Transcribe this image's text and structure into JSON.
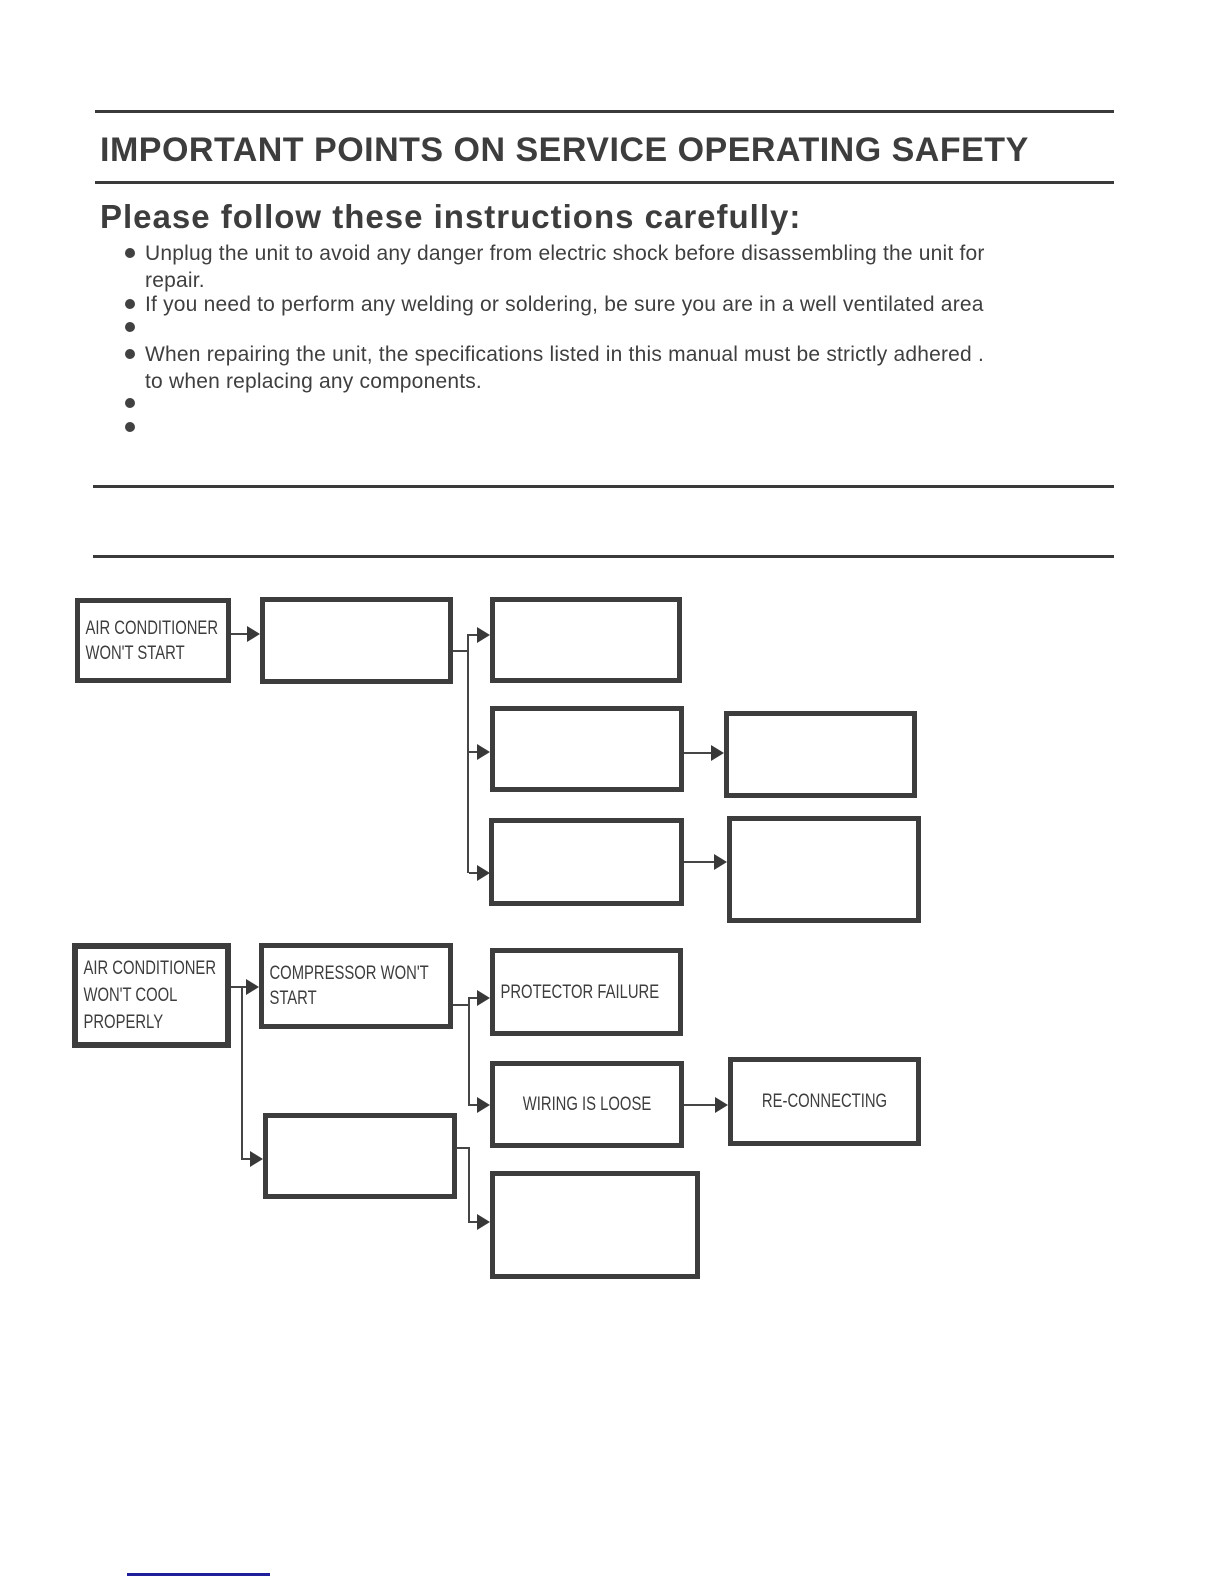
{
  "colors": {
    "ink": "#3d3d3d",
    "rule_gray": "#3a3a3a",
    "accent_underline_blue": "#1f1f9c"
  },
  "header": {
    "title": "IMPORTANT POINTS ON SERVICE OPERATING SAFETY",
    "subtitle": "Please follow these instructions carefully:"
  },
  "safety_bullets": [
    {
      "lines": [
        "Unplug the unit to avoid any danger from electric shock before disassembling the unit for",
        "repair."
      ]
    },
    {
      "lines": [
        "If you need to perform any welding or soldering, be sure you are in a well ventilated area"
      ]
    },
    {
      "lines": []
    },
    {
      "lines": [
        "When repairing the unit, the specifications listed in this manual must be strictly adhered .",
        "to when replacing any components."
      ]
    },
    {
      "lines": []
    },
    {
      "lines": []
    }
  ],
  "flowchart1": {
    "root": {
      "lines": [
        "AIR CONDITIONER",
        "WON'T START"
      ]
    },
    "cause": {
      "lines": []
    },
    "check1": {
      "lines": []
    },
    "check2": {
      "lines": []
    },
    "check3": {
      "lines": []
    },
    "remedy2": {
      "lines": []
    },
    "remedy3": {
      "lines": []
    }
  },
  "flowchart2": {
    "root": {
      "lines": [
        "AIR CONDITIONER",
        "WON'T COOL",
        "PROPERLY"
      ]
    },
    "cause1": {
      "lines": [
        "COMPRESSOR WON'T",
        "START"
      ]
    },
    "check1": {
      "lines": [
        "PROTECTOR FAILURE"
      ]
    },
    "check2": {
      "lines": [
        "WIRING IS LOOSE"
      ]
    },
    "remedy1": {
      "lines": [
        "RE-CONNECTING"
      ]
    },
    "cause2": {
      "lines": []
    },
    "check3": {
      "lines": []
    }
  }
}
